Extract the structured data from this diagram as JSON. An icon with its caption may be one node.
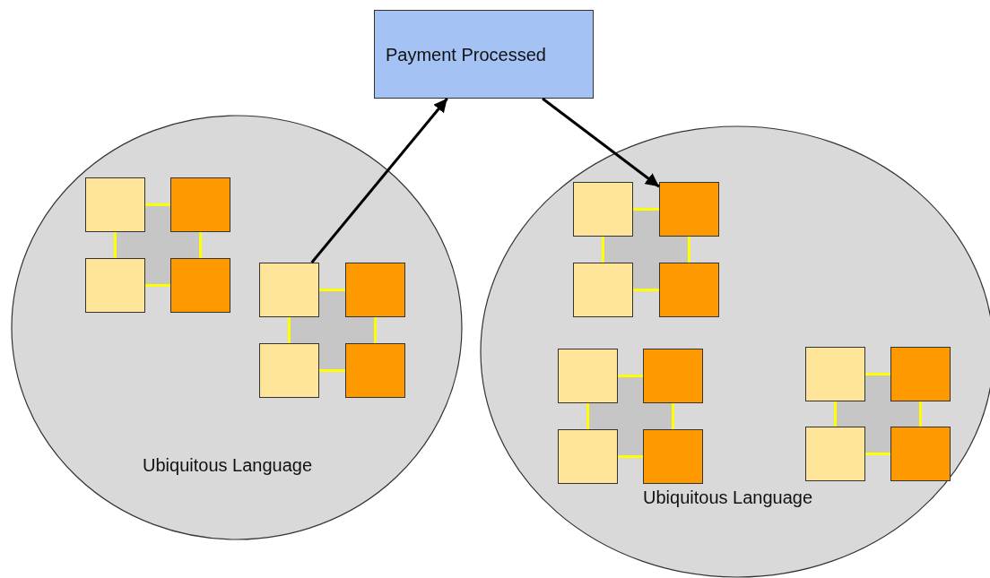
{
  "diagram": {
    "nodes": [
      {
        "text": [
          "Payment Processed"
        ]
      },
      {
        "text": [
          "Ubiquitous Language"
        ]
      },
      {
        "text": [],
        "shape": "box",
        "in": 1
      },
      {
        "text": [],
        "shape": "box",
        "in": 1
      },
      {
        "text": [],
        "shape": "box",
        "in": 1
      },
      {
        "text": [],
        "shape": "box",
        "in": 1
      },
      {
        "text": [],
        "shape": "box",
        "in": 1
      },
      {
        "text": [],
        "shape": "box",
        "in": 1
      },
      {
        "text": [],
        "shape": "box",
        "in": 1
      },
      {
        "text": [],
        "shape": "box",
        "in": 1
      },
      {
        "text": [
          "Ubiquitous Language"
        ]
      },
      {
        "text": [],
        "shape": "box",
        "in": 10
      },
      {
        "text": [],
        "shape": "box",
        "in": 10
      },
      {
        "text": [],
        "shape": "box",
        "in": 10
      },
      {
        "text": [],
        "shape": "box",
        "in": 10
      },
      {
        "text": [],
        "shape": "box",
        "in": 10
      },
      {
        "text": [],
        "shape": "box",
        "in": 10
      },
      {
        "text": [],
        "shape": "box",
        "in": 10
      },
      {
        "text": [],
        "shape": "box",
        "in": 10
      },
      {
        "text": [],
        "shape": "box",
        "in": 10
      },
      {
        "text": [],
        "shape": "box",
        "in": 10
      },
      {
        "text": [],
        "shape": "box",
        "in": 10
      },
      {
        "text": [],
        "shape": "box",
        "in": 10
      }
    ],
    "edges": [
      {
        "from": 6,
        "to": 0,
        "arrow": "to",
        "color": "#000000"
      },
      {
        "from": 0,
        "to": 12,
        "arrow": "to",
        "color": "#000000"
      },
      {
        "from": 2,
        "to": 3,
        "arrow": "none",
        "color": "#ffff00"
      },
      {
        "from": 2,
        "to": 4,
        "arrow": "none",
        "color": "#ffff00"
      },
      {
        "from": 3,
        "to": 5,
        "arrow": "none",
        "color": "#ffff00"
      },
      {
        "from": 4,
        "to": 5,
        "arrow": "none",
        "color": "#ffff00"
      },
      {
        "from": 6,
        "to": 7,
        "arrow": "none",
        "color": "#ffff00"
      },
      {
        "from": 6,
        "to": 8,
        "arrow": "none",
        "color": "#ffff00"
      },
      {
        "from": 7,
        "to": 9,
        "arrow": "none",
        "color": "#ffff00"
      },
      {
        "from": 8,
        "to": 9,
        "arrow": "none",
        "color": "#ffff00"
      },
      {
        "from": 11,
        "to": 12,
        "arrow": "none",
        "color": "#ffff00"
      },
      {
        "from": 11,
        "to": 13,
        "arrow": "none",
        "color": "#ffff00"
      },
      {
        "from": 12,
        "to": 14,
        "arrow": "none",
        "color": "#ffff00"
      },
      {
        "from": 13,
        "to": 14,
        "arrow": "none",
        "color": "#ffff00"
      },
      {
        "from": 15,
        "to": 16,
        "arrow": "none",
        "color": "#ffff00"
      },
      {
        "from": 15,
        "to": 17,
        "arrow": "none",
        "color": "#ffff00"
      },
      {
        "from": 16,
        "to": 18,
        "arrow": "none",
        "color": "#ffff00"
      },
      {
        "from": 17,
        "to": 18,
        "arrow": "none",
        "color": "#ffff00"
      },
      {
        "from": 19,
        "to": 20,
        "arrow": "none",
        "color": "#ffff00"
      },
      {
        "from": 19,
        "to": 21,
        "arrow": "none",
        "color": "#ffff00"
      },
      {
        "from": 20,
        "to": 22,
        "arrow": "none",
        "color": "#ffff00"
      },
      {
        "from": 21,
        "to": 22,
        "arrow": "none",
        "color": "#ffff00"
      }
    ]
  }
}
